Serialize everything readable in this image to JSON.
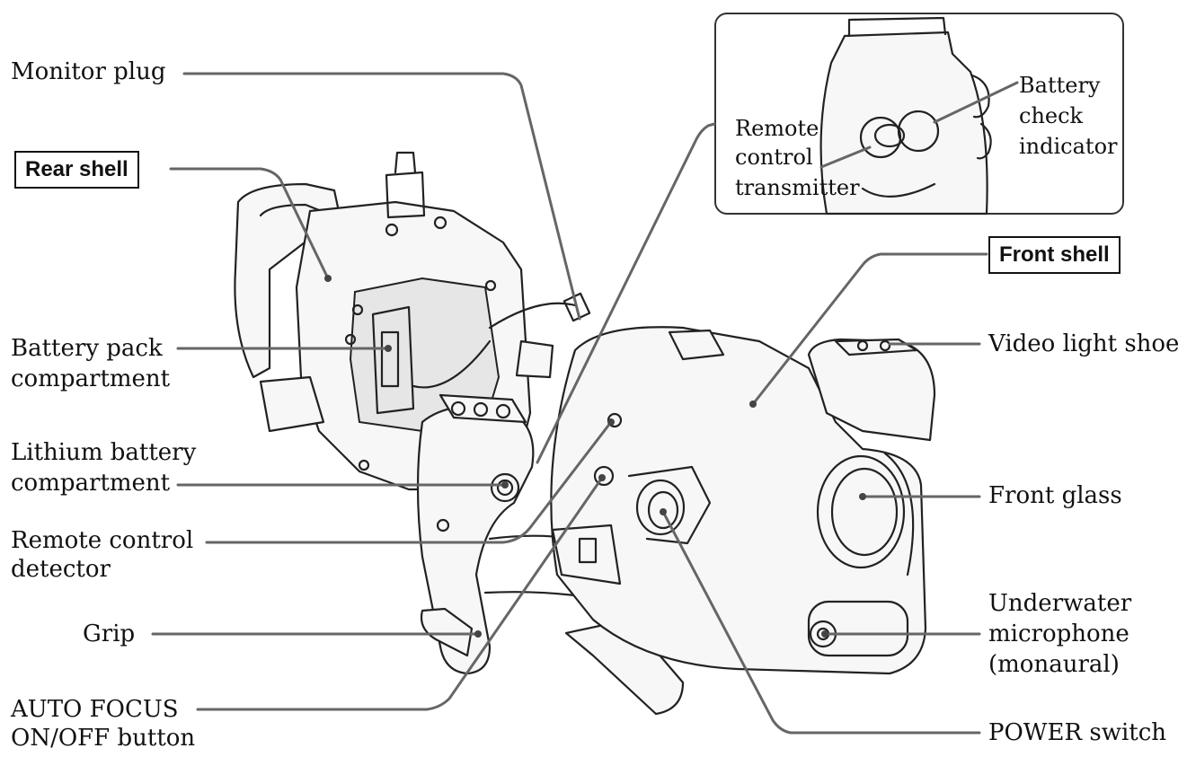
{
  "labels": {
    "monitor_plug": "Monitor plug",
    "rear_shell": "Rear shell",
    "battery_pack_line1": "Battery pack",
    "battery_pack_line2": "compartment",
    "lithium_line1": "Lithium battery",
    "lithium_line2": "compartment",
    "remote_detector_line1": "Remote control",
    "remote_detector_line2": "detector",
    "grip": "Grip",
    "auto_focus_line1": "AUTO FOCUS",
    "auto_focus_line2": "ON/OFF button",
    "remote_tx_line1": "Remote",
    "remote_tx_line2": "control",
    "remote_tx_line3": "transmitter",
    "battery_check_line1": "Battery",
    "battery_check_line2": "check",
    "battery_check_line3": "indicator",
    "front_shell": "Front shell",
    "video_light_shoe": "Video light shoe",
    "front_glass": "Front glass",
    "mic_line1": "Underwater",
    "mic_line2": "microphone",
    "mic_line3": "(monaural)",
    "power_switch": "POWER switch"
  },
  "icons": {
    "rear-shell-drawing": "camera rear housing with open back",
    "front-shell-drawing": "camera front housing with lens port",
    "callout-drawing": "close-up of remote control transmitter and battery check indicator"
  },
  "colors": {
    "ink": "#222222",
    "leader": "#666666",
    "background": "#ffffff"
  }
}
